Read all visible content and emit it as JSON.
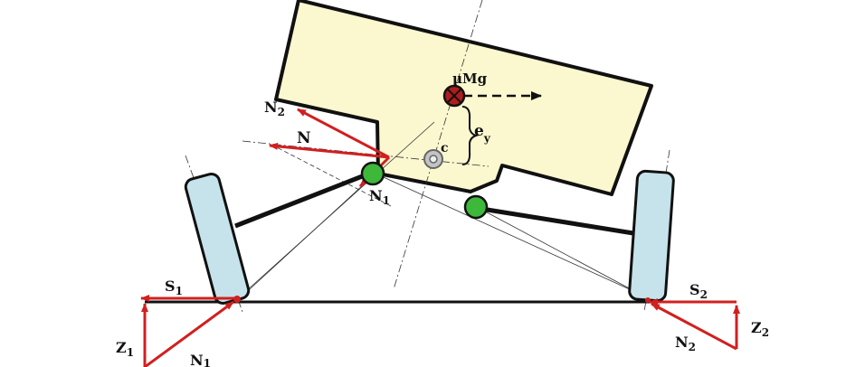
{
  "labels": {
    "friction_force": "μMg",
    "eccentricity": "e",
    "eccentricity_sub": "y",
    "center": "c",
    "force_N": "N",
    "N2_top": "N",
    "N2_top_sub": "2",
    "N1_mid": "N",
    "N1_mid_sub": "1",
    "S1": "S",
    "S1_sub": "1",
    "S2": "S",
    "S2_sub": "2",
    "Z1": "Z",
    "Z1_sub": "1",
    "Z2": "Z",
    "Z2_sub": "2",
    "N1_bottom": "N",
    "N1_bottom_sub": "1",
    "N2_bottom": "N",
    "N2_bottom_sub": "2"
  },
  "colors": {
    "body_fill": "#fbf7cf",
    "wheel_fill": "#c6e2ea",
    "force_red": "#d21f1f",
    "joint_green": "#3db83a",
    "cg_red": "#b01c1c",
    "center_gray": "#c4c4c4"
  }
}
